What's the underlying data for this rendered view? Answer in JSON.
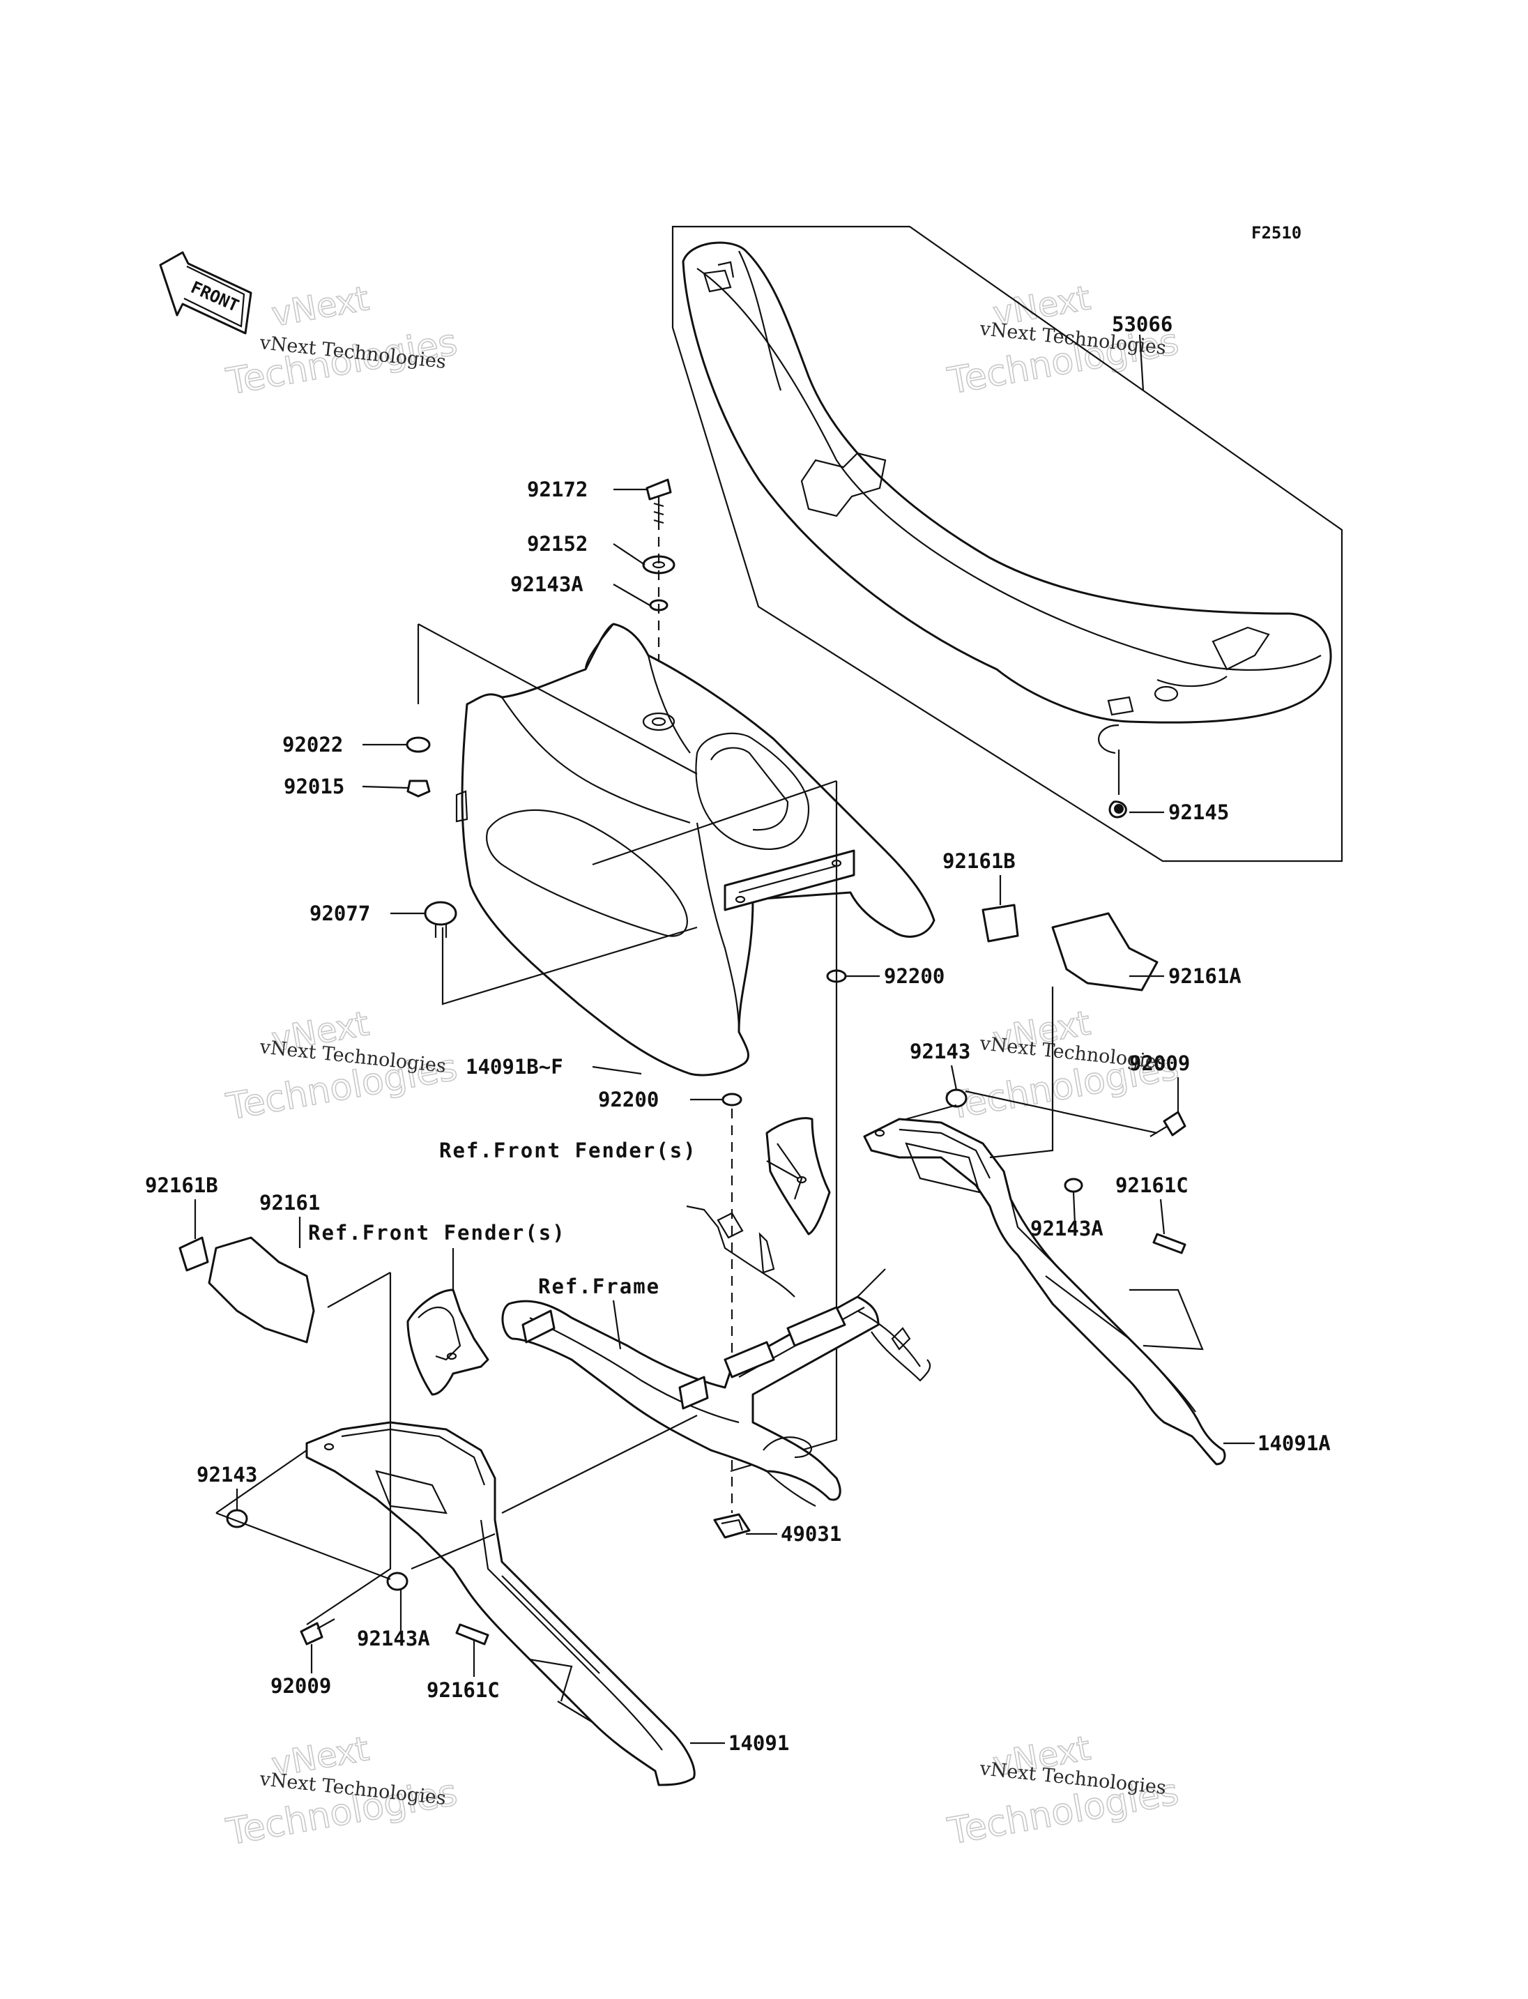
{
  "figure_id": "F2510",
  "front_arrow_text": "FRONT",
  "watermark": {
    "line1": "vNext",
    "line2": "vNext Technologies",
    "line3": "Technologies"
  },
  "labels": {
    "p53066": "53066",
    "p92172": "92172",
    "p92152": "92152",
    "p92143A_top": "92143A",
    "p92022": "92022",
    "p92015": "92015",
    "p92145": "92145",
    "p92161B_right": "92161B",
    "p92077": "92077",
    "p92200_a": "92200",
    "p92161A": "92161A",
    "p92143_right": "92143",
    "p92009_right": "92009",
    "p14091BF": "14091B~F",
    "p92200_b": "92200",
    "ref_front_fender_1": "Ref.Front Fender(s)",
    "p92161C_right": "92161C",
    "p92161B_left": "92161B",
    "p92161": "92161",
    "ref_front_fender_2": "Ref.Front Fender(s)",
    "p92143A_right": "92143A",
    "ref_frame": "Ref.Frame",
    "p14091A": "14091A",
    "p92143_left": "92143",
    "p49031": "49031",
    "p92143A_left": "92143A",
    "p92009_left": "92009",
    "p92161C_left": "92161C",
    "p14091": "14091"
  }
}
